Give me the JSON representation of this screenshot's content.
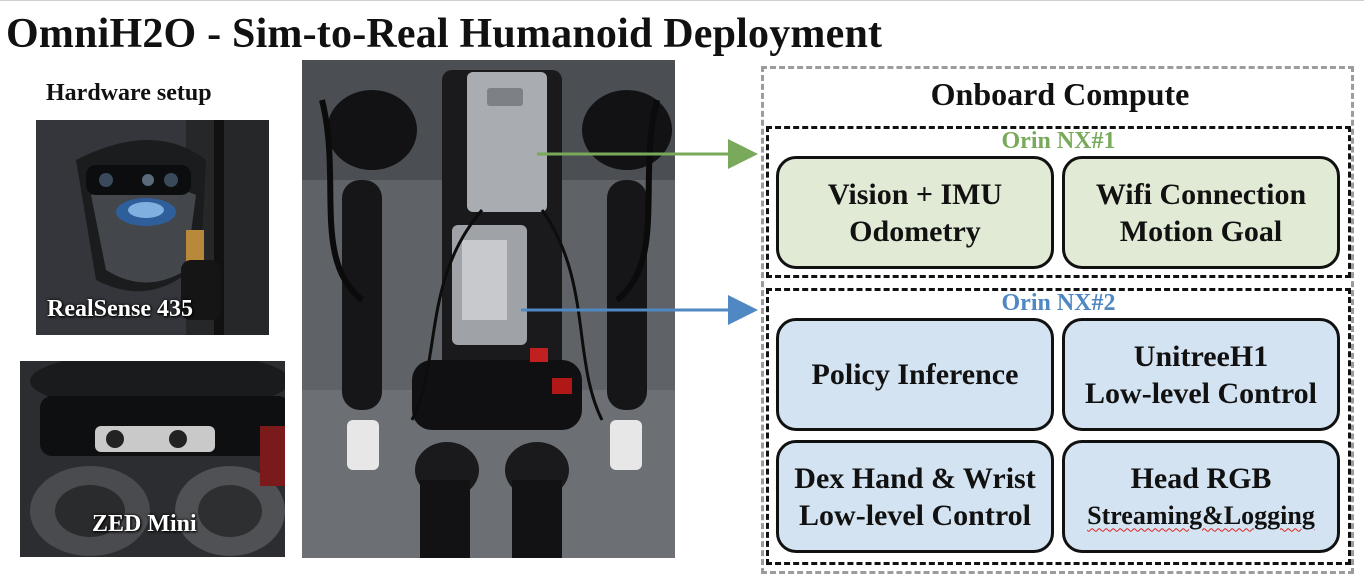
{
  "title": "OmniH2O - Sim-to-Real Humanoid Deployment",
  "hardware": {
    "heading": "Hardware setup",
    "realsense_caption": "RealSense 435",
    "zed_caption": "ZED Mini"
  },
  "compute": {
    "heading": "Onboard Compute",
    "nx1": {
      "label": "Orin NX#1",
      "color": "#79a95a",
      "modules": [
        {
          "line1": "Vision + IMU",
          "line2": "Odometry"
        },
        {
          "line1": "Wifi Connection",
          "line2": "Motion Goal"
        }
      ]
    },
    "nx2": {
      "label": "Orin NX#2",
      "color": "#4f88c3",
      "modules": [
        {
          "line1": "Policy Inference"
        },
        {
          "line1": "UnitreeH1",
          "line2": "Low-level Control"
        },
        {
          "line1": "Dex Hand & Wrist",
          "line2": "Low-level Control"
        },
        {
          "line1": "Head RGB",
          "line2": "Streaming&Logging"
        }
      ]
    }
  },
  "colors": {
    "green_fill": "#e1ead5",
    "blue_fill": "#d4e3f1",
    "green_arrow": "#79a95a",
    "blue_arrow": "#4f88c3"
  }
}
